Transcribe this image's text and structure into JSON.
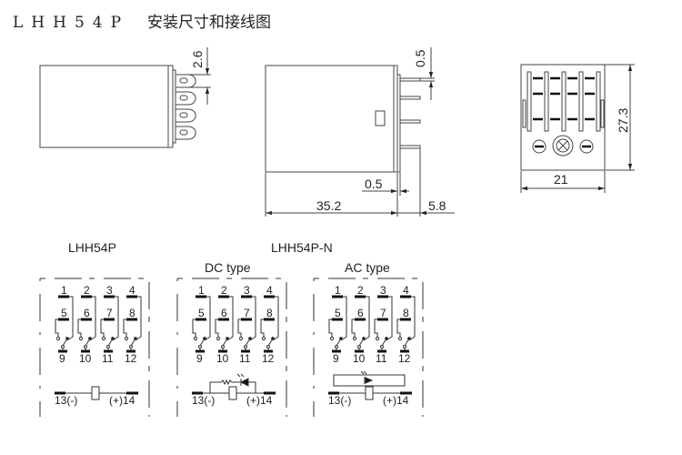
{
  "title": {
    "model": "LHH54P",
    "subtitle": "安装尺寸和接线图"
  },
  "dimensions": {
    "side_view": {
      "pin_pitch": "2.6"
    },
    "front_view": {
      "pin_thickness": "0.5",
      "flange_thickness": "0.5",
      "body_length": "35.2",
      "pin_length": "5.8"
    },
    "bottom_view": {
      "width": "21",
      "height": "27.3"
    }
  },
  "wiring": {
    "left_label": "LHH54P",
    "right_label": "LHH54P-N",
    "diagrams": [
      {
        "type_label": "",
        "variant": "plain"
      },
      {
        "type_label": "DC type",
        "variant": "dc"
      },
      {
        "type_label": "AC type",
        "variant": "ac"
      }
    ],
    "terminals": {
      "nc_top": [
        "1",
        "2",
        "3",
        "4"
      ],
      "no_mid": [
        "5",
        "6",
        "7",
        "8"
      ],
      "common": [
        "9",
        "10",
        "11",
        "12"
      ],
      "coil_neg": "13(-)",
      "coil_pos": "(+)14"
    }
  }
}
